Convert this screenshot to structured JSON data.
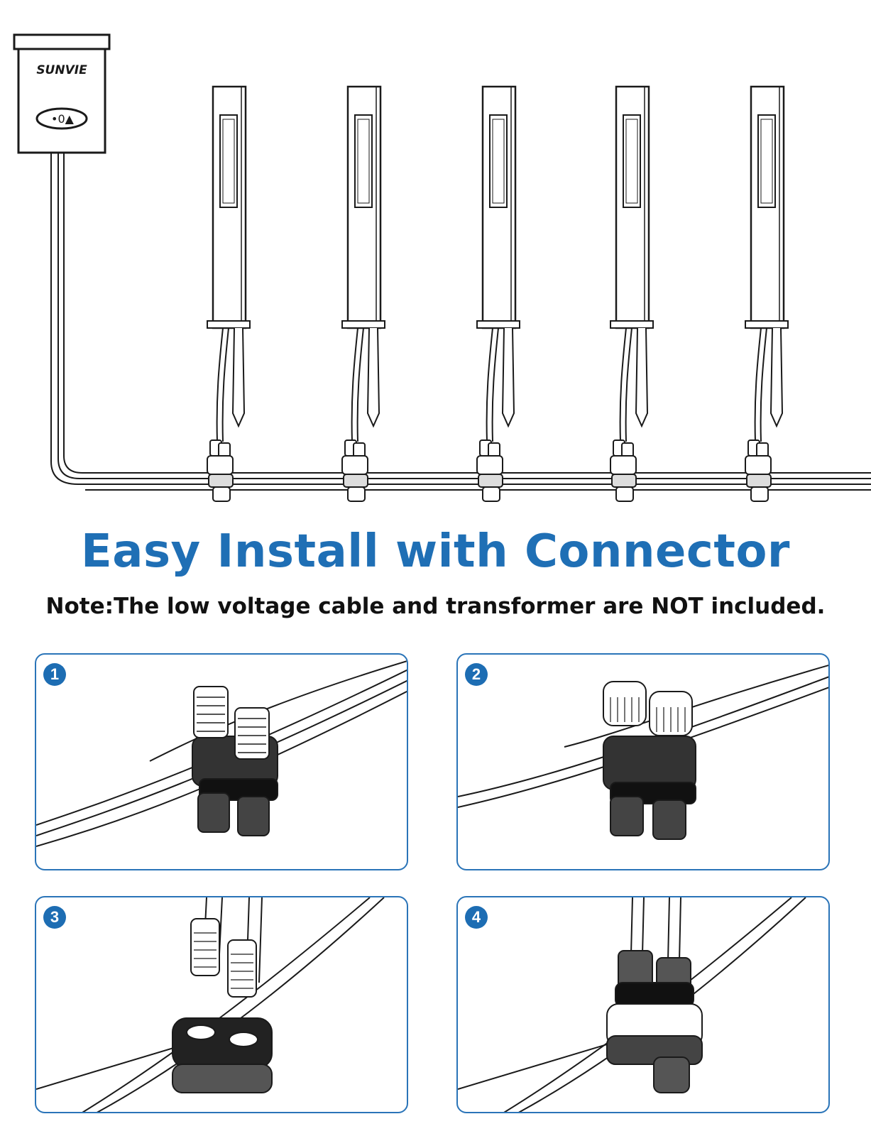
{
  "brand": {
    "logo_text": "SUNVIE",
    "dial_label": "•0▲"
  },
  "headline": "Easy Install with Connector",
  "note": "Note:The low voltage cable and transformer are NOT included.",
  "colors": {
    "accent": "#1f6fb5",
    "badge": "#1d6db3",
    "line": "#1a1a1a",
    "panel_border": "#2a74b8"
  },
  "steps": [
    {
      "number": "1"
    },
    {
      "number": "2"
    },
    {
      "number": "3"
    },
    {
      "number": "4"
    }
  ]
}
